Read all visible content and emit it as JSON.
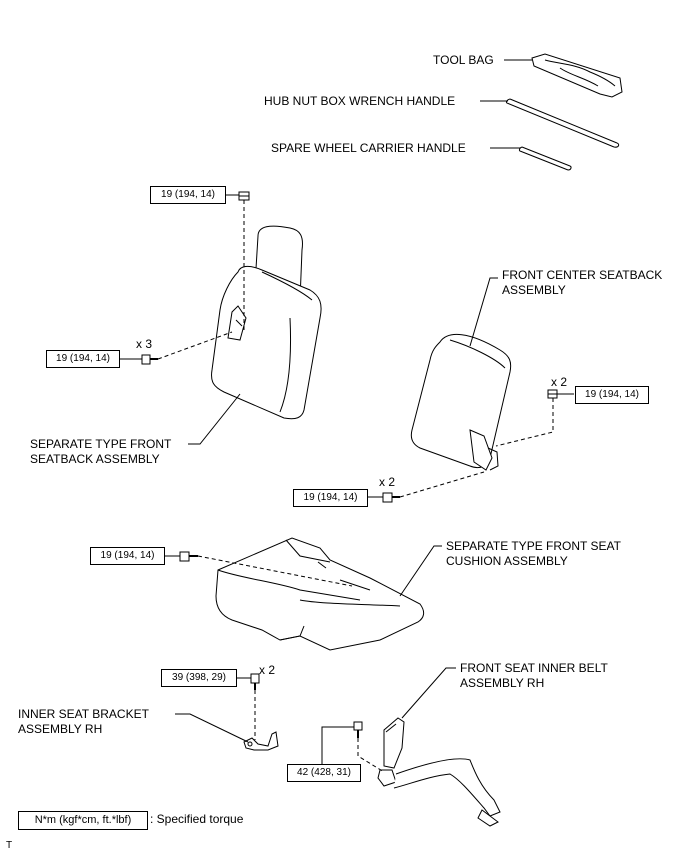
{
  "labels": {
    "tool_bag": "TOOL BAG",
    "hub_nut_wrench": "HUB NUT BOX WRENCH HANDLE",
    "spare_wheel_handle": "SPARE WHEEL CARRIER HANDLE",
    "front_center_seatback": [
      "FRONT CENTER SEATBACK",
      "ASSEMBLY"
    ],
    "separate_front_seatback": [
      "SEPARATE TYPE FRONT",
      "SEATBACK ASSEMBLY"
    ],
    "separate_front_cushion": [
      "SEPARATE TYPE FRONT SEAT",
      "CUSHION ASSEMBLY"
    ],
    "front_seat_inner_belt": [
      "FRONT SEAT INNER BELT",
      "ASSEMBLY RH"
    ],
    "inner_seat_bracket": [
      "INNER SEAT BRACKET",
      "ASSEMBLY RH"
    ]
  },
  "torques": {
    "seatback_top": "19 (194, 14)",
    "seatback_side": "19 (194, 14)",
    "center_top": "19 (194, 14)",
    "center_bottom": "19 (194, 14)",
    "cushion": "19 (194, 14)",
    "bracket": "39 (398, 29)",
    "belt": "42 (428, 31)"
  },
  "quantities": {
    "seatback_side": "x 3",
    "center_top": "x 2",
    "center_bottom": "x 2",
    "bracket": "x 2"
  },
  "legend": {
    "unit": "N*m (kgf*cm, ft.*lbf)",
    "text": ": Specified torque"
  },
  "corner_mark": "T"
}
